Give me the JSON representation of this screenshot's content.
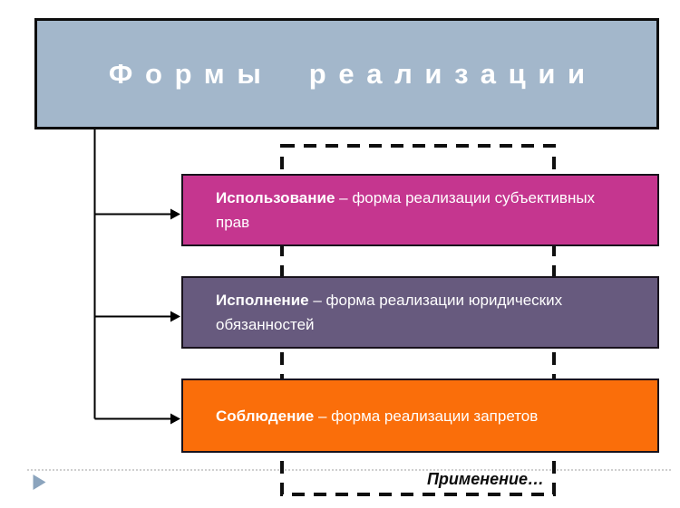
{
  "slide": {
    "title": "Формы реализации",
    "boxes": [
      {
        "term": "Использование",
        "definition": " – форма реализации субъективных прав",
        "fill": "#c5368f"
      },
      {
        "term": "Исполнение",
        "definition": " – форма реализации юридических обязанностей",
        "fill": "#675a7e"
      },
      {
        "term": "Соблюдение",
        "definition": " – форма реализации запретов",
        "fill": "#fa6e0a"
      }
    ],
    "application_label": "Применение…",
    "colors": {
      "title_fill": "#a3b7cb",
      "title_text": "#ffffff",
      "title_border": "#0d0d0d",
      "box_text": "#ffffff",
      "box_border": "#18121c",
      "connector": "#000000",
      "dashed_outline": "#0f0f0f",
      "play_icon": "#8ba4bd",
      "separator_dots": "#cfcfcf"
    },
    "icons": {
      "play_icon": "play-triangle"
    }
  }
}
